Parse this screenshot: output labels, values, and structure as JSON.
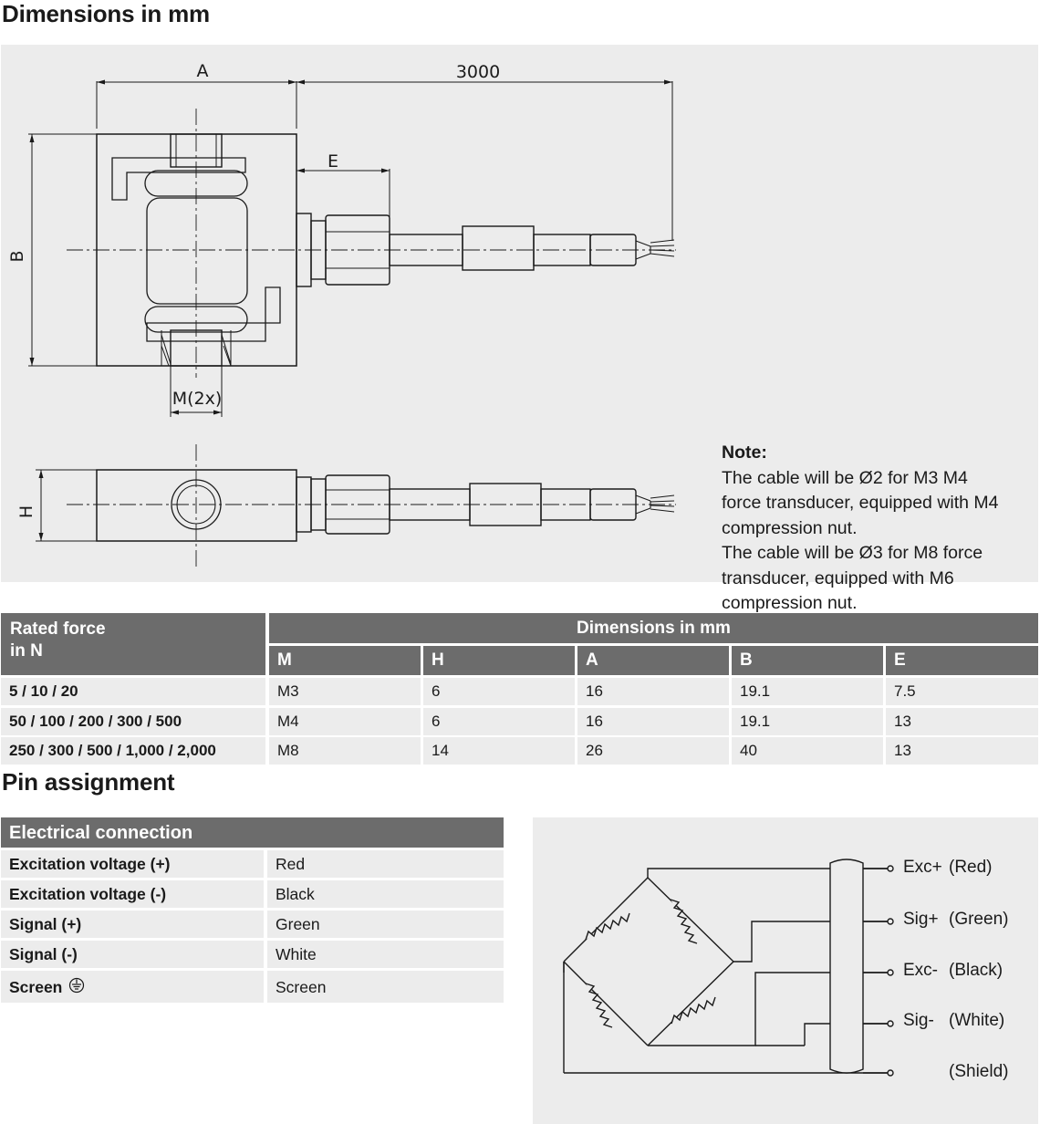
{
  "titles": {
    "dimensions": "Dimensions in mm",
    "pin": "Pin assignment"
  },
  "drawing": {
    "label_A": "A",
    "label_3000": "3000",
    "label_E": "E",
    "label_B": "B",
    "label_M": "M(2x)",
    "label_H": "H"
  },
  "note": {
    "title": "Note:",
    "lines": [
      "The cable will be Ø2 for M3 M4",
      "force transducer, equipped with M4",
      "compression nut.",
      "The cable will be Ø3 for M8 force",
      "transducer, equipped with M6",
      "compression nut."
    ]
  },
  "dim_table": {
    "rated_force_label": "Rated force",
    "rated_force_unit": "in N",
    "group_header": "Dimensions in mm",
    "columns": [
      "M",
      "H",
      "A",
      "B",
      "E"
    ],
    "rows": [
      {
        "force": "5 / 10 / 20",
        "values": [
          "M3",
          "6",
          "16",
          "19.1",
          "7.5"
        ]
      },
      {
        "force": "50 / 100 / 200 / 300 / 500",
        "values": [
          "M4",
          "6",
          "16",
          "19.1",
          "13"
        ]
      },
      {
        "force": "250 / 300 / 500 / 1,000 / 2,000",
        "values": [
          "M8",
          "14",
          "26",
          "40",
          "13"
        ]
      }
    ]
  },
  "electrical": {
    "header": "Electrical connection",
    "rows": [
      {
        "label": "Excitation voltage (+)",
        "value": "Red"
      },
      {
        "label": "Excitation voltage (-)",
        "value": "Black"
      },
      {
        "label": "Signal (+)",
        "value": "Green"
      },
      {
        "label": "Signal (-)",
        "value": "White"
      },
      {
        "label": "Screen",
        "value": "Screen",
        "icon": "ground-symbol-icon"
      }
    ]
  },
  "wiring": {
    "terminals": [
      {
        "name": "Exc+",
        "color": "(Red)"
      },
      {
        "name": "Sig+",
        "color": "(Green)"
      },
      {
        "name": "Exc-",
        "color": "(Black)"
      },
      {
        "name": "Sig-",
        "color": "(White)"
      },
      {
        "name": "",
        "color": "(Shield)"
      }
    ]
  },
  "colors": {
    "header_bg": "#6c6c6c",
    "panel_bg": "#ececec",
    "line": "#1a1a1a"
  }
}
